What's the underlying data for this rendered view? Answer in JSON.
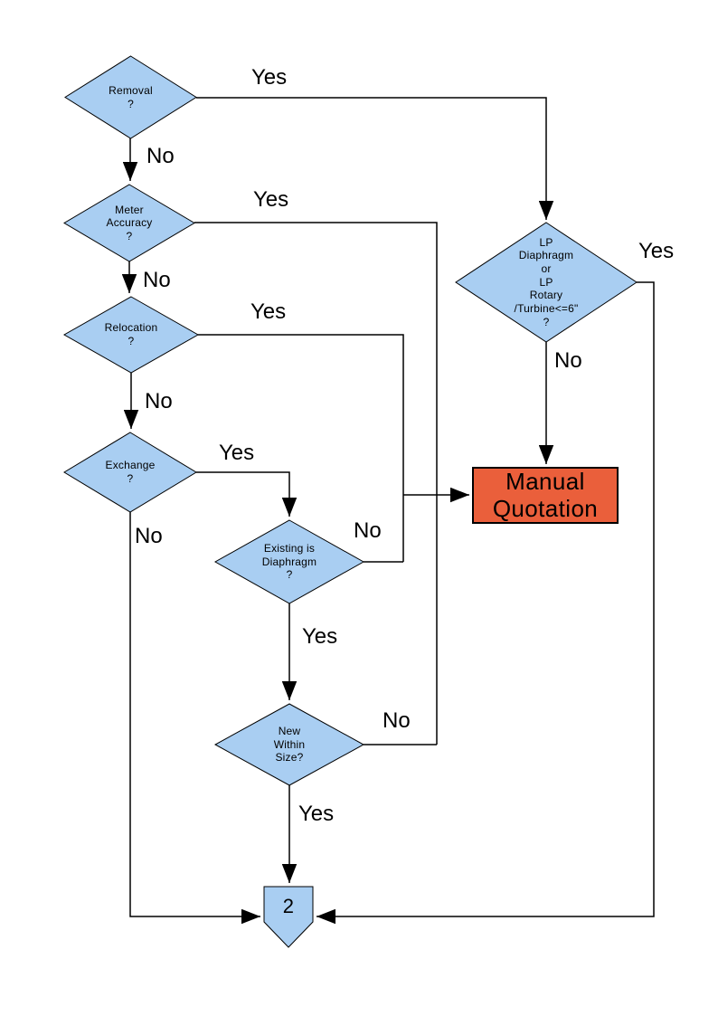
{
  "colors": {
    "background": "#ffffff",
    "decision_fill": "#A9CEF2",
    "process_fill": "#EA5F3B",
    "connector_fill": "#A9CEF2",
    "shape_border": "#000000",
    "line": "#000000",
    "text": "#000000"
  },
  "nodes": {
    "removal": {
      "label": "Removal\n?"
    },
    "meter_accuracy": {
      "label": "Meter\nAccuracy\n?"
    },
    "relocation": {
      "label": "Relocation\n?"
    },
    "exchange": {
      "label": "Exchange\n?"
    },
    "existing_is_diaphragm": {
      "label": "Existing is\nDiaphragm\n?"
    },
    "new_within_size": {
      "label": "New\nWithin\nSize?"
    },
    "lp_meter_type": {
      "label": "LP\nDiaphragm\nor\nLP\nRotary\n/Turbine<=6\"\n?"
    },
    "manual_quotation": {
      "label": "Manual\nQuotation"
    },
    "connector_2": {
      "label": "2"
    }
  },
  "edge_labels": {
    "removal_yes": "Yes",
    "removal_no": "No",
    "meter_accuracy_yes": "Yes",
    "meter_accuracy_no": "No",
    "relocation_yes": "Yes",
    "relocation_no": "No",
    "exchange_yes": "Yes",
    "exchange_no": "No",
    "existing_no": "No",
    "existing_yes": "Yes",
    "new_within_no": "No",
    "new_within_yes": "Yes",
    "lp_yes": "Yes",
    "lp_no": "No"
  }
}
